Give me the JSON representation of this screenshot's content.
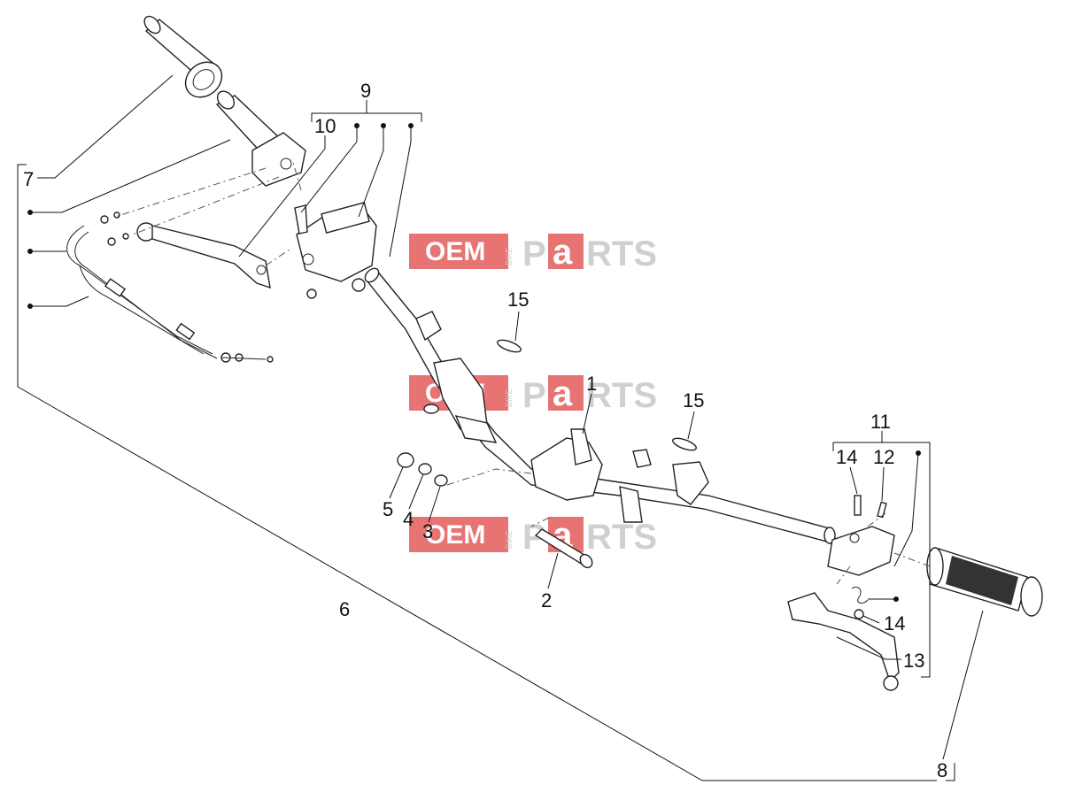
{
  "watermark": {
    "brand_left": "OEM",
    "brand_mid": "BIKE",
    "brand_right_1": "P",
    "brand_right_2": "a",
    "brand_right_3": "RTS",
    "accent_color": "#e35b5b"
  },
  "callouts": {
    "c1": "1",
    "c2": "2",
    "c3": "3",
    "c4": "4",
    "c5": "5",
    "c6": "6",
    "c7": "7",
    "c8": "8",
    "c9": "9",
    "c10": "10",
    "c11": "11",
    "c12": "12",
    "c13": "13",
    "c14a": "14",
    "c14b": "14",
    "c15a": "15",
    "c15b": "15"
  }
}
